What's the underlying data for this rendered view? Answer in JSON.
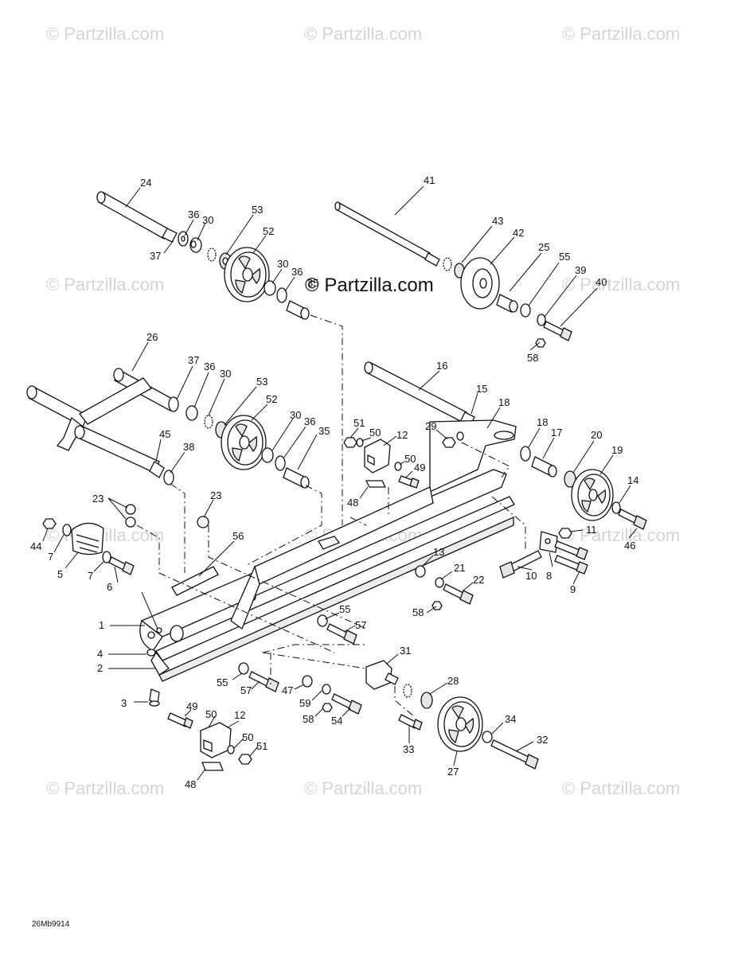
{
  "watermark": "© Partzilla.com",
  "center_watermark": "© Partzilla.com",
  "diagram_code": "26Mb9914",
  "labels": [
    "24",
    "36",
    "30",
    "53",
    "52",
    "37",
    "30",
    "36",
    "35",
    "41",
    "43",
    "42",
    "25",
    "55",
    "39",
    "40",
    "58",
    "26",
    "37",
    "36",
    "30",
    "53",
    "52",
    "30",
    "36",
    "35",
    "45",
    "38",
    "16",
    "15",
    "18",
    "18",
    "17",
    "20",
    "19",
    "14",
    "29",
    "51",
    "50",
    "12",
    "50",
    "49",
    "48",
    "23",
    "23",
    "44",
    "7",
    "5",
    "7",
    "6",
    "56",
    "11",
    "46",
    "13",
    "21",
    "22",
    "58",
    "10",
    "8",
    "9",
    "1",
    "55",
    "57",
    "4",
    "2",
    "31",
    "28",
    "55",
    "57",
    "47",
    "59",
    "58",
    "54",
    "3",
    "49",
    "50",
    "12",
    "50",
    "51",
    "48",
    "33",
    "27",
    "34",
    "32"
  ],
  "colors": {
    "line": "#111111",
    "watermark": "#d4d4d4",
    "background": "#ffffff"
  }
}
